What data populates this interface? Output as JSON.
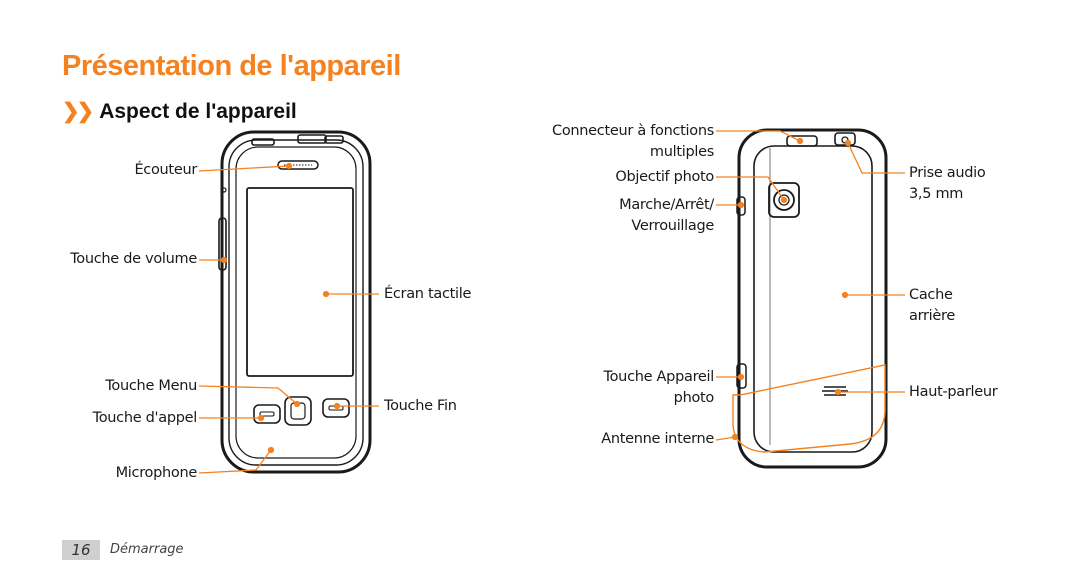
{
  "page": {
    "title": "Présentation de l'appareil",
    "section_chevron": "❯❯",
    "section": "Aspect de l'appareil"
  },
  "front_labels": {
    "earpiece": "Écouteur",
    "volume_key": "Touche de volume",
    "touch_screen": "Écran tactile",
    "menu_key": "Touche Menu",
    "end_key": "Touche Fin",
    "dial_key": "Touche d'appel",
    "microphone": "Microphone"
  },
  "back_labels": {
    "multi_connector_line1": "Connecteur à fonctions",
    "multi_connector_line2": "multiples",
    "camera_lens": "Objectif photo",
    "power_lock_line1": "Marche/Arrêt/",
    "power_lock_line2": "Verrouillage",
    "audio_jack_line1": "Prise audio",
    "audio_jack_line2": "3,5 mm",
    "back_cover_line1": "Cache",
    "back_cover_line2": "arrière",
    "camera_key_line1": "Touche Appareil",
    "camera_key_line2": "photo",
    "speaker": "Haut-parleur",
    "internal_antenna": "Antenne interne"
  },
  "footer": {
    "page_number": "16",
    "section_name": "Démarrage"
  },
  "colors": {
    "accent": "#f58220",
    "outline": "#1a1a1a",
    "page_tab": "#cfcfcf"
  }
}
